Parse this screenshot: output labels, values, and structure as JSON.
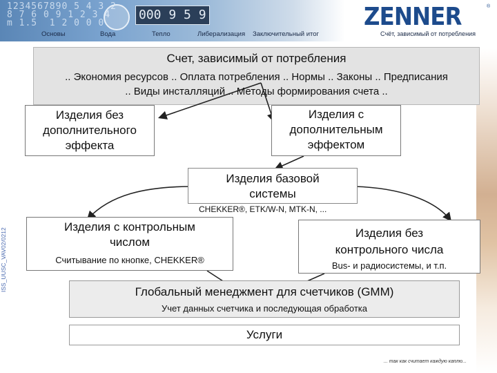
{
  "header": {
    "art_digits": "1234567890 5 4 3 2\n8 7 6 0 9 1 2 3 4\nm 1.5  1 2 0 0 0",
    "counter_text": "000 9 5 9",
    "nav_items": [
      "Основы",
      "Вода",
      "Тепло",
      "Либерализация",
      "Заключительный итог"
    ],
    "right_label": "Счёт, зависимый от потребления",
    "logo_text": "ZENNER",
    "logo_mark": "®"
  },
  "top_box": {
    "title": "Счет, зависимый от потребления",
    "line1": ".. Экономия ресурсов .. Оплата потребления .. Нормы .. Законы .. Предписания",
    "line2": ".. Виды инсталляций ..  Методы формирования счета .."
  },
  "no_effect": {
    "line1": "Изделия без",
    "line2": "дополнительного",
    "line3": "эффекта"
  },
  "with_effect": {
    "line1": "Изделия с",
    "line2": "дополнительным",
    "line3": "эффектом"
  },
  "base_system": {
    "line1": "Изделия базовой",
    "line2": "системы",
    "sub": "CHEKKER®, ETK/W-N, MTK-N, ..."
  },
  "control": {
    "line1": "Изделия с контрольным",
    "line2": "числом",
    "sub": "Считывание по кнопке, CHEKKER®"
  },
  "no_control": {
    "line1": "Изделия без",
    "line2": "контрольного числа",
    "sub": "Bus- и радиосистемы, и т.п."
  },
  "gmm": {
    "title": "Глобальный менеджмент для счетчиков (GMM)",
    "sub": "Учет данных счетчика и последующая обработка"
  },
  "services": {
    "label": "Услуги"
  },
  "side_label": "ISS_UUSC_VAV02/0212",
  "footer_note": "... так как считает каждую каплю..."
}
